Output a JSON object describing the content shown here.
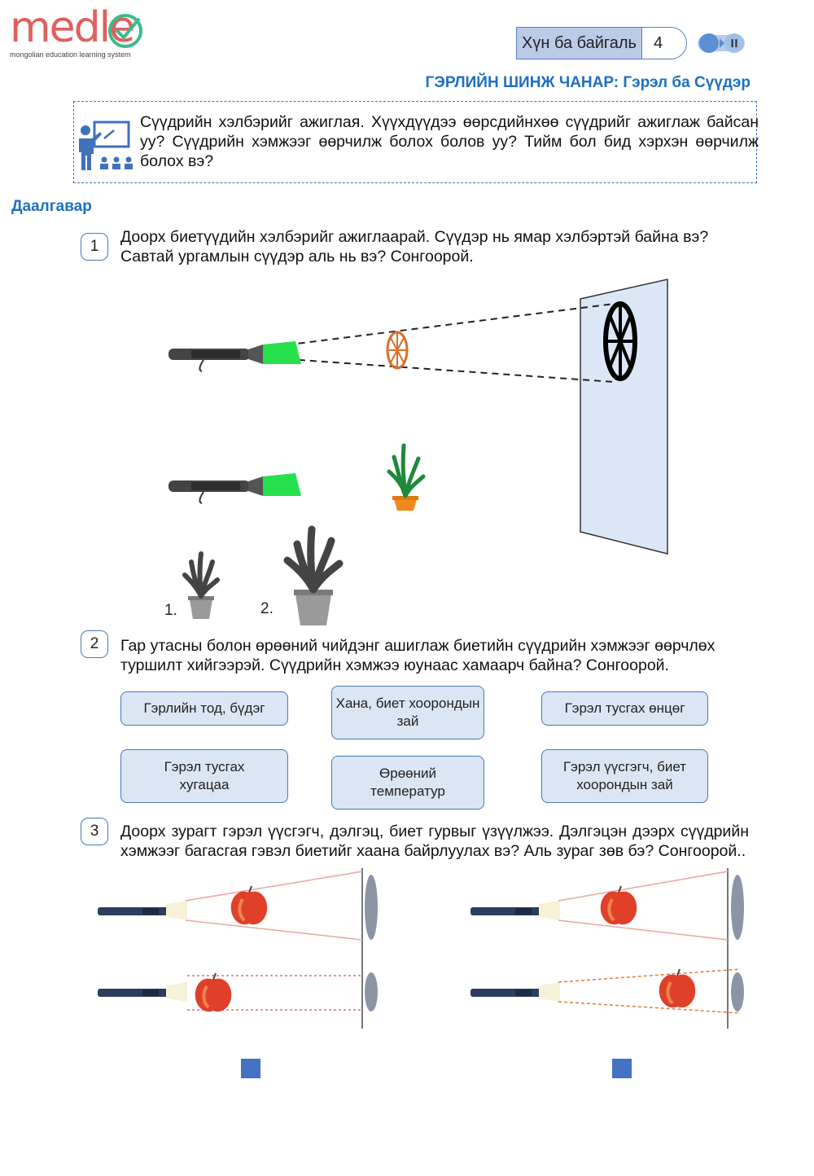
{
  "header": {
    "logo_text": "medle",
    "logo_subtitle": "mongolian education learning system",
    "subject": "Хүн ба байгаль",
    "grade": "4",
    "toggle_icon": "pause-icon"
  },
  "topic_title": "ГЭРЛИЙН ШИНЖ ЧАНАР: Гэрэл ба Сүүдэр",
  "intro": {
    "icon": "teacher-icon",
    "text": "Сүүдрийн хэлбэрийг ажиглая. Хүүхдүүдээ өөрсдийнхөө сүүдрийг ажиглаж байсан уу? Сүүдрийн хэмжээг өөрчилж болох болов уу? Тийм бол бид хэрхэн өөрчилж болох вэ?"
  },
  "section_title": "Даалгавар",
  "q1": {
    "number": "1",
    "text": "Доорх биетүүдийн хэлбэрийг ажиглаарай.  Сүүдэр нь ямар хэлбэртэй байна вэ? Савтай ургамлын сүүдэр аль нь вэ? Сонгоорой.",
    "option1_label": "1.",
    "option2_label": "2."
  },
  "q2": {
    "number": "2",
    "text": "Гар утасны болон өрөөний чийдэнг ашиглаж биетийн сүүдрийн хэмжээг өөрчлөх туршилт хийгээрэй. Сүүдрийн хэмжээ юунаас хамаарч байна? Сонгоорой.",
    "options": [
      "Гэрлийн тод, бүдэг",
      "Хана, биет хоорондын зай",
      "Гэрэл тусгах өнцөг",
      "Гэрэл тусгах хугацаа",
      "Өрөөний температур",
      "Гэрэл үүсгэгч, биет хоорондын зай"
    ]
  },
  "q3": {
    "number": "3",
    "text": "Доорх зурагт гэрэл үүсгэгч, дэлгэц, биет гурвыг үзүүлжээ. Дэлгэцэн дээрх сүүдрийн хэмжээг багасгая гэвэл биетийг хаана байрлуулах вэ?  Аль зураг зөв бэ? Сонгоорой.."
  },
  "colors": {
    "accent_blue": "#1e6fc2",
    "option_fill": "#dbe6f4",
    "option_border": "#4a78b5",
    "choice_square": "#4472c4",
    "logo": "#e0605e",
    "logo_check": "#3dbb8a"
  }
}
